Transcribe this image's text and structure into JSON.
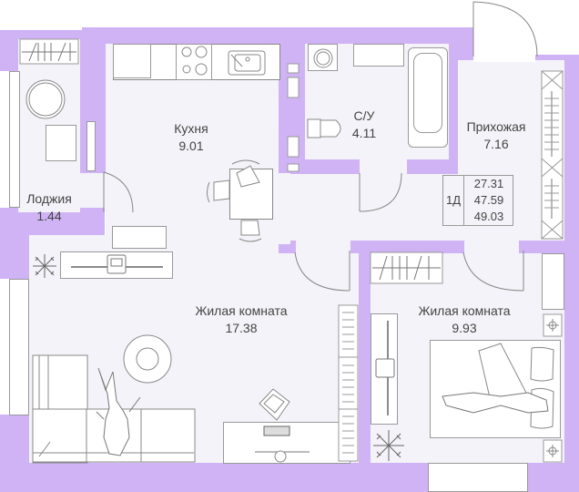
{
  "plan": {
    "apartment_type": "1Д",
    "areas": {
      "living": "27.31",
      "total": "47.59",
      "total_with_loggia": "49.03"
    },
    "rooms": [
      {
        "name": "Кухня",
        "area": "9.01"
      },
      {
        "name": "С/У",
        "area": "4.11"
      },
      {
        "name": "Прихожая",
        "area": "7.16"
      },
      {
        "name": "Лоджия",
        "area": "1.44"
      },
      {
        "name": "Жилая комната",
        "area": "17.38"
      },
      {
        "name": "Жилая комната",
        "area": "9.93"
      }
    ],
    "colors": {
      "wall": "#cfb3f5",
      "floor": "#f4f3f9",
      "line": "#888888"
    }
  }
}
